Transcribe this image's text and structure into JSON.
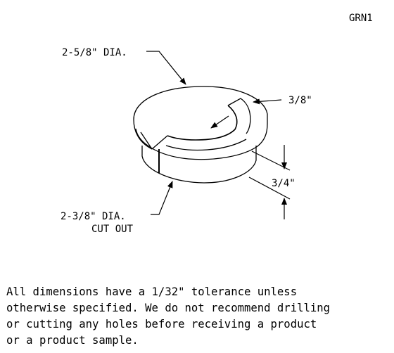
{
  "part_code": "GRN1",
  "dimensions": {
    "outer_diameter": "2-5/8\" DIA.",
    "slot_width": "3/8\"",
    "height": "3/4\"",
    "cutout_line1": "2-3/8\" DIA.",
    "cutout_line2": "CUT OUT"
  },
  "note": {
    "lines": [
      "All dimensions have a 1/32\" tolerance unless",
      "otherwise specified. We do not recommend drilling",
      "or cutting any holes before receiving a product",
      "or a product sample."
    ]
  },
  "colors": {
    "ink": "#000000",
    "paper": "#ffffff"
  }
}
